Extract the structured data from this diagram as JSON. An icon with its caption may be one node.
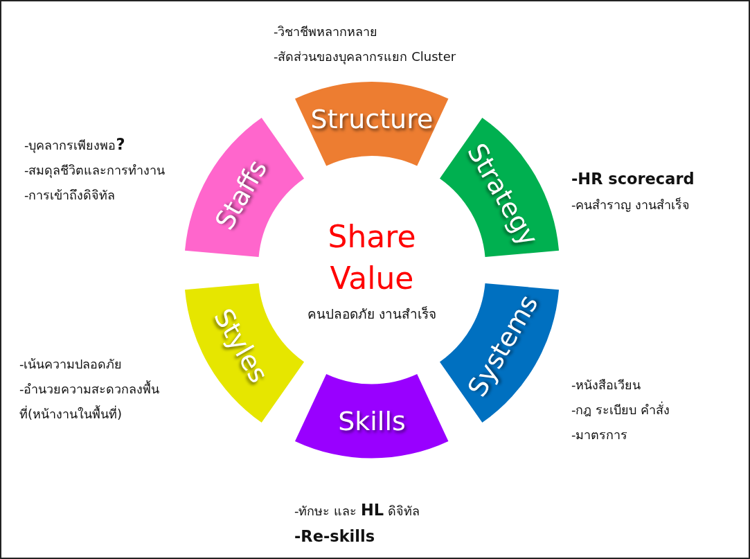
{
  "diagram": {
    "nodes": [
      {
        "text": [
          "Structure"
        ],
        "beside": [
          "-วิชาชีพหลากหลาย",
          "-สัดส่วนของบุคลากรแยก Cluster"
        ]
      },
      {
        "text": [
          "Staffs"
        ],
        "beside": [
          "-บุคลากรเพียงพอ**?**",
          "-สมดุลชีวิตและการทำงาน",
          "-การเข้าถึงดิจิทัล"
        ]
      },
      {
        "text": [
          "Strategy"
        ],
        "beside": [
          "**-HR scorecard**",
          "-คนสำราญ งานสำเร็จ"
        ]
      },
      {
        "text": [
          "Share Value",
          "คนปลอดภัย งานสำเร็จ"
        ]
      },
      {
        "text": [
          "Styles"
        ],
        "beside": [
          "-เน้นความปลอดภัย",
          "-อำนวยความสะดวกลงพื้นที่(หน้างานในพื้นที่)"
        ]
      },
      {
        "text": [
          "Systems"
        ],
        "beside": [
          "-หนังสือเวียน",
          "-กฎ ระเบียบ คำสั่ง",
          "-มาตรการ"
        ]
      },
      {
        "text": [
          "Skills"
        ],
        "beside": [
          "-ทักษะ และ **HL** ดิจิทัล",
          "**-Re-skills**"
        ]
      }
    ]
  }
}
